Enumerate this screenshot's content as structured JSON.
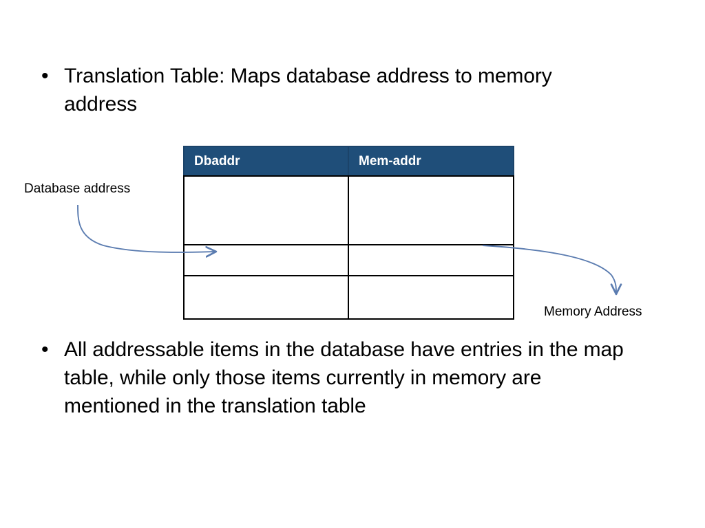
{
  "slide": {
    "background_color": "#FFFFFF",
    "bullets": [
      {
        "marker": "•",
        "text": "Translation Table: Maps database address to memory address"
      },
      {
        "marker": "•",
        "text": "All addressable items in the database have entries in the map table, while only those items currently in memory are mentioned in the translation table"
      }
    ],
    "table": {
      "header_bg_color": "#1F4E79",
      "header_text_color": "#FFFFFF",
      "border_color": "#000000",
      "columns": [
        "Dbaddr",
        "Mem-addr"
      ],
      "rows": [
        {
          "height_class": "row-tall",
          "cells": [
            "",
            ""
          ]
        },
        {
          "height_class": "row-mid",
          "cells": [
            "",
            ""
          ]
        },
        {
          "height_class": "row-low",
          "cells": [
            "",
            ""
          ]
        }
      ]
    },
    "callouts": [
      {
        "name": "database-address",
        "label": "Database address",
        "arrow_color": "#5B7CB0"
      },
      {
        "name": "memory-address",
        "label": "Memory Address",
        "arrow_color": "#5B7CB0"
      }
    ]
  }
}
